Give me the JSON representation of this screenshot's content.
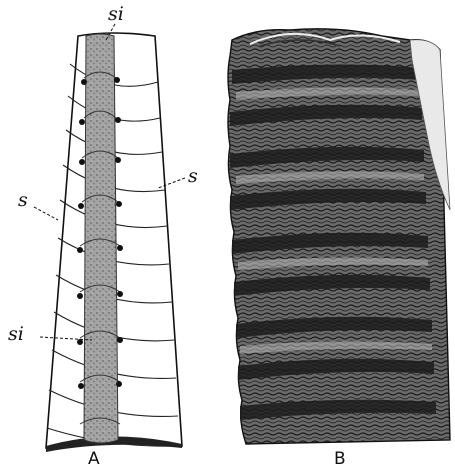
{
  "figure": {
    "panel_a": {
      "caption": "A",
      "labels": {
        "siphuncle_top": "si",
        "septum_right": "s",
        "septum_left": "s",
        "siphuncle_left": "si"
      }
    },
    "panel_b": {
      "caption": "B"
    }
  },
  "colors": {
    "ink": "#111111",
    "siphuncle_fill": "#9a9a9a",
    "paper": "#ffffff"
  }
}
